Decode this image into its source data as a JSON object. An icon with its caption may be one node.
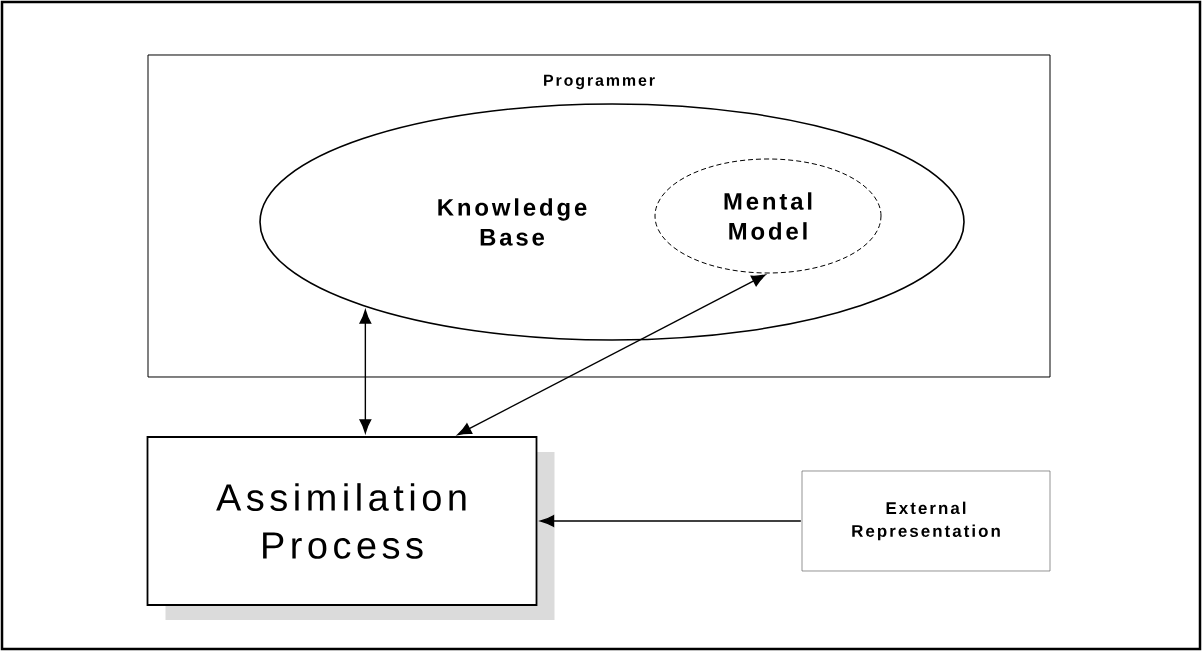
{
  "diagram": {
    "nodes": [
      {
        "text": [
          "Programmer"
        ]
      },
      {
        "text": [
          "Knowledge Base"
        ],
        "in": 0
      },
      {
        "text": [
          "Mental Model"
        ],
        "in": 1
      },
      {
        "text": [
          "Assimilation Process"
        ]
      },
      {
        "text": [
          "External Representation"
        ]
      }
    ],
    "edges": [
      {
        "from": 1,
        "to": 3,
        "arrow": "both"
      },
      {
        "from": 3,
        "to": 2,
        "arrow": "both"
      },
      {
        "from": 4,
        "to": 3,
        "arrow": "to"
      }
    ]
  }
}
